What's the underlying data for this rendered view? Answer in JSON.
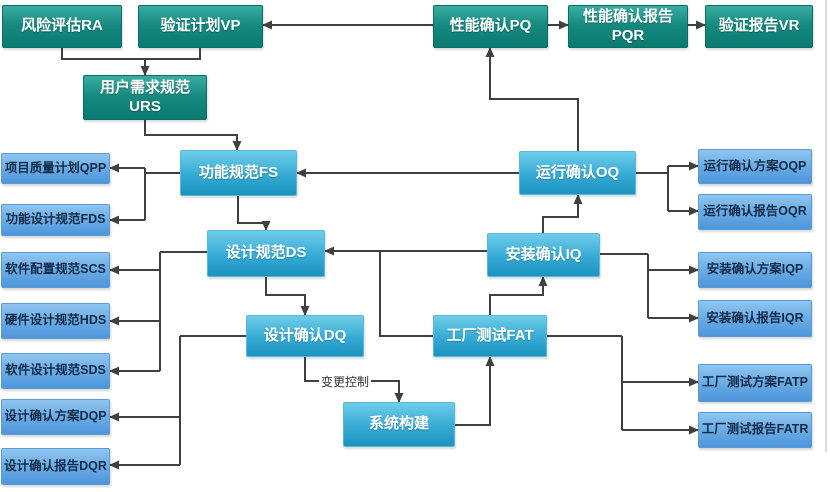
{
  "diagram": {
    "kind": "validation-v-model-flowchart",
    "nodes": {
      "ra": "风险评估RA",
      "vp": "验证计划VP",
      "pq": "性能确认PQ",
      "pqr": "性能确认报告\nPQR",
      "vr": "验证报告VR",
      "urs": "用户需求规范\nURS",
      "fs": "功能规范FS",
      "ds": "设计规范DS",
      "dq": "设计确认DQ",
      "sb": "系统构建",
      "fat": "工厂测试FAT",
      "iq": "安装确认IQ",
      "oq": "运行确认OQ",
      "qpp": "项目质量计划QPP",
      "fds": "功能设计规范FDS",
      "scs": "软件配置规范SCS",
      "hds": "硬件设计规范HDS",
      "sds": "软件设计规范SDS",
      "dqp": "设计确认方案DQP",
      "dqr": "设计确认报告DQR",
      "oqp": "运行确认方案OQP",
      "oqr": "运行确认报告OQR",
      "iqp": "安装确认方案IQP",
      "iqr": "安装确认报告IQR",
      "fatp": "工厂测试方案FATP",
      "fatr": "工厂测试报告FATR"
    },
    "labels": {
      "change_control": "变更控制"
    },
    "colors": {
      "teal_top": "#3aada1",
      "teal_bottom": "#0a7a71",
      "cyan_top": "#6fcdea",
      "cyan_bottom": "#1b93c0",
      "blue_top": "#8fc5f0",
      "blue_bottom": "#4d96dc",
      "connector": "#404040",
      "background": "#ffffff"
    }
  }
}
